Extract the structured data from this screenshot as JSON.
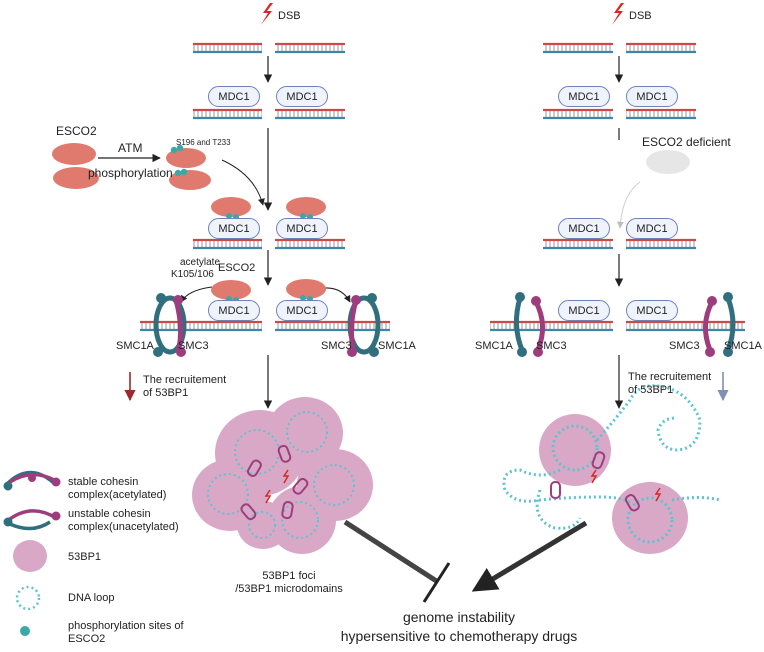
{
  "labels": {
    "dsb": "DSB",
    "mdc1": "MDC1",
    "esco2": "ESCO2",
    "atm": "ATM",
    "phosphorylation": "phosphorylation",
    "sites": "S196 and T233",
    "acetylate": "acetylate",
    "k105": "K105/106",
    "smc1a": "SMC1A",
    "smc3": "SMC3",
    "recruitment_line1": "The recruitement",
    "recruitment_line2": "of 53BP1",
    "esco2_deficient": "ESCO2 deficient",
    "foci_line1": "53BP1 foci",
    "foci_line2": "/53BP1 microdomains",
    "outcome_line1": "genome instability",
    "outcome_line2": "hypersensitive to chemotherapy drugs"
  },
  "legend": [
    {
      "icon": "stable-cohesin-icon",
      "line1": "stable cohesin",
      "line2": "complex(acetylated)"
    },
    {
      "icon": "unstable-cohesin-icon",
      "line1": "unstable cohesin",
      "line2": "complex(unacetylated)"
    },
    {
      "icon": "53bp1-icon",
      "line1": "53BP1",
      "line2": ""
    },
    {
      "icon": "dna-loop-icon",
      "line1": "DNA loop",
      "line2": ""
    },
    {
      "icon": "phospho-site-icon",
      "line1": "phosphorylation sites of",
      "line2": "ESCO2"
    }
  ],
  "colors": {
    "dna_top": "#c94a4a",
    "dna_bottom": "#3f86a6",
    "esco2": "#e07a6e",
    "mdc1_border": "#6f82b8",
    "smc_teal": "#2f6f7e",
    "smc_purple": "#9e3d7e",
    "bp53": "#d9a8c6",
    "loop": "#5fc2cf",
    "dsb": "#d62828",
    "arrow_red": "#9b2a2a",
    "arrow_blue": "#7f8fb8"
  }
}
